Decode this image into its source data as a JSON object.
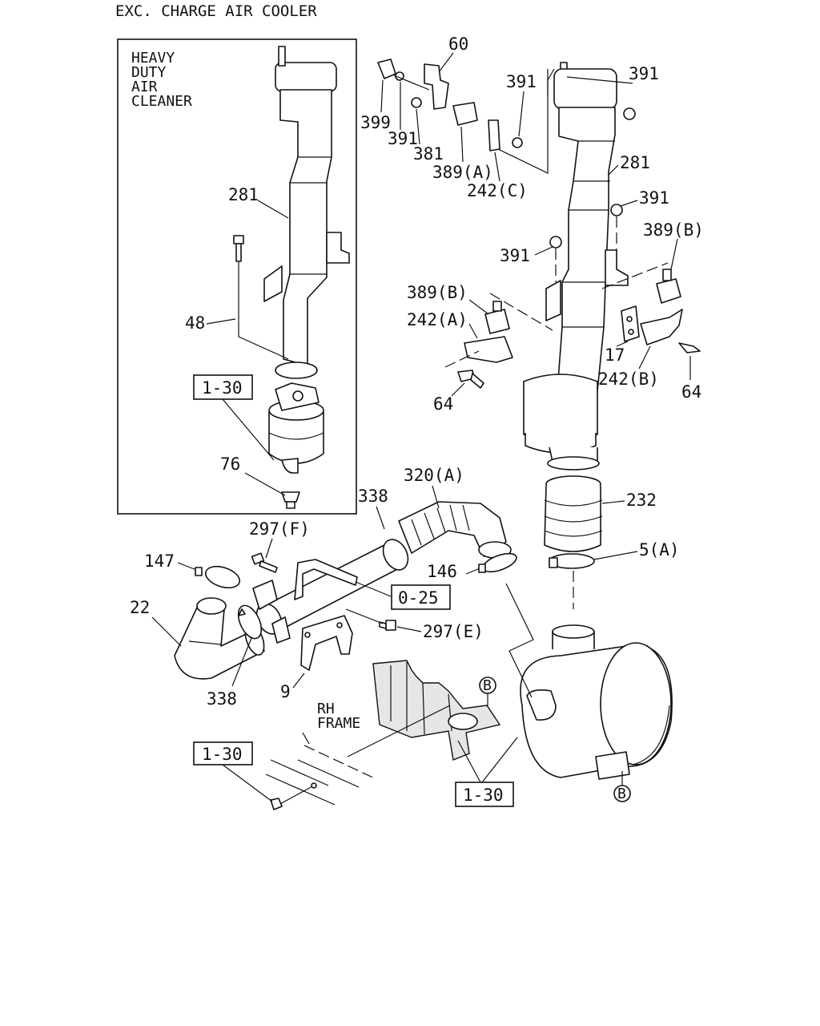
{
  "header": {
    "title": "EXC. CHARGE AIR COOLER"
  },
  "inset": {
    "lines": [
      "HEAVY",
      "DUTY",
      "AIR",
      "CLEANER"
    ]
  },
  "frame_note": {
    "lines": [
      "RH",
      "FRAME"
    ]
  },
  "callouts": {
    "c281_inset": "281",
    "c48": "48",
    "c76": "76",
    "c60": "60",
    "c399": "399",
    "c391_a": "391",
    "c381": "381",
    "c389a": "389(A)",
    "c391_b": "391",
    "c242c": "242(C)",
    "c391_c": "391",
    "c281_main": "281",
    "c391_d": "391",
    "c391_e": "391",
    "c389b_right": "389(B)",
    "c389b_left": "389(B)",
    "c242a": "242(A)",
    "c64_left": "64",
    "c17": "17",
    "c242b": "242(B)",
    "c64_right": "64",
    "c338_top": "338",
    "c320a": "320(A)",
    "c232": "232",
    "c297f": "297(F)",
    "c147": "147",
    "c146": "146",
    "c5a": "5(A)",
    "c22": "22",
    "c297e": "297(E)",
    "c338_bottom": "338",
    "c9": "9"
  },
  "reference_boxes": {
    "r130_inset": "1-30",
    "r025": "0-25",
    "r130_left": "1-30",
    "r130_bottom": "1-30"
  },
  "circle_markers": {
    "b_upper": "B",
    "b_lower": "B"
  }
}
